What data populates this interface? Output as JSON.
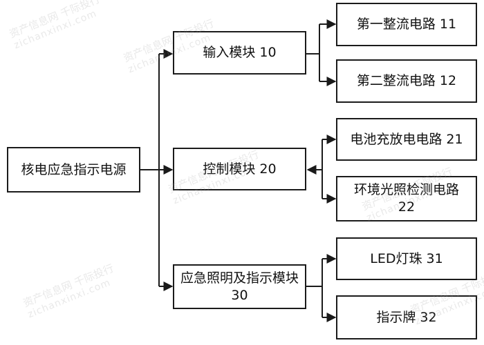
{
  "nodes": {
    "root": "核电应急指示电源",
    "input": "输入模块 10",
    "rect1": "第一整流电路 11",
    "rect2": "第二整流电路 12",
    "control": "控制模块 20",
    "battery": "电池充放电电路 21",
    "light_detect": "环境光照检测电路 22",
    "emergency": "应急照明及指示模块 30",
    "led": "LED灯珠 31",
    "sign": "指示牌 32"
  },
  "watermark": {
    "cn": "资产信息网 千际投行",
    "en": "zichanxinxi.com"
  },
  "colors": {
    "line": "#1a1a1a",
    "box_border": "#1a1a1a"
  }
}
